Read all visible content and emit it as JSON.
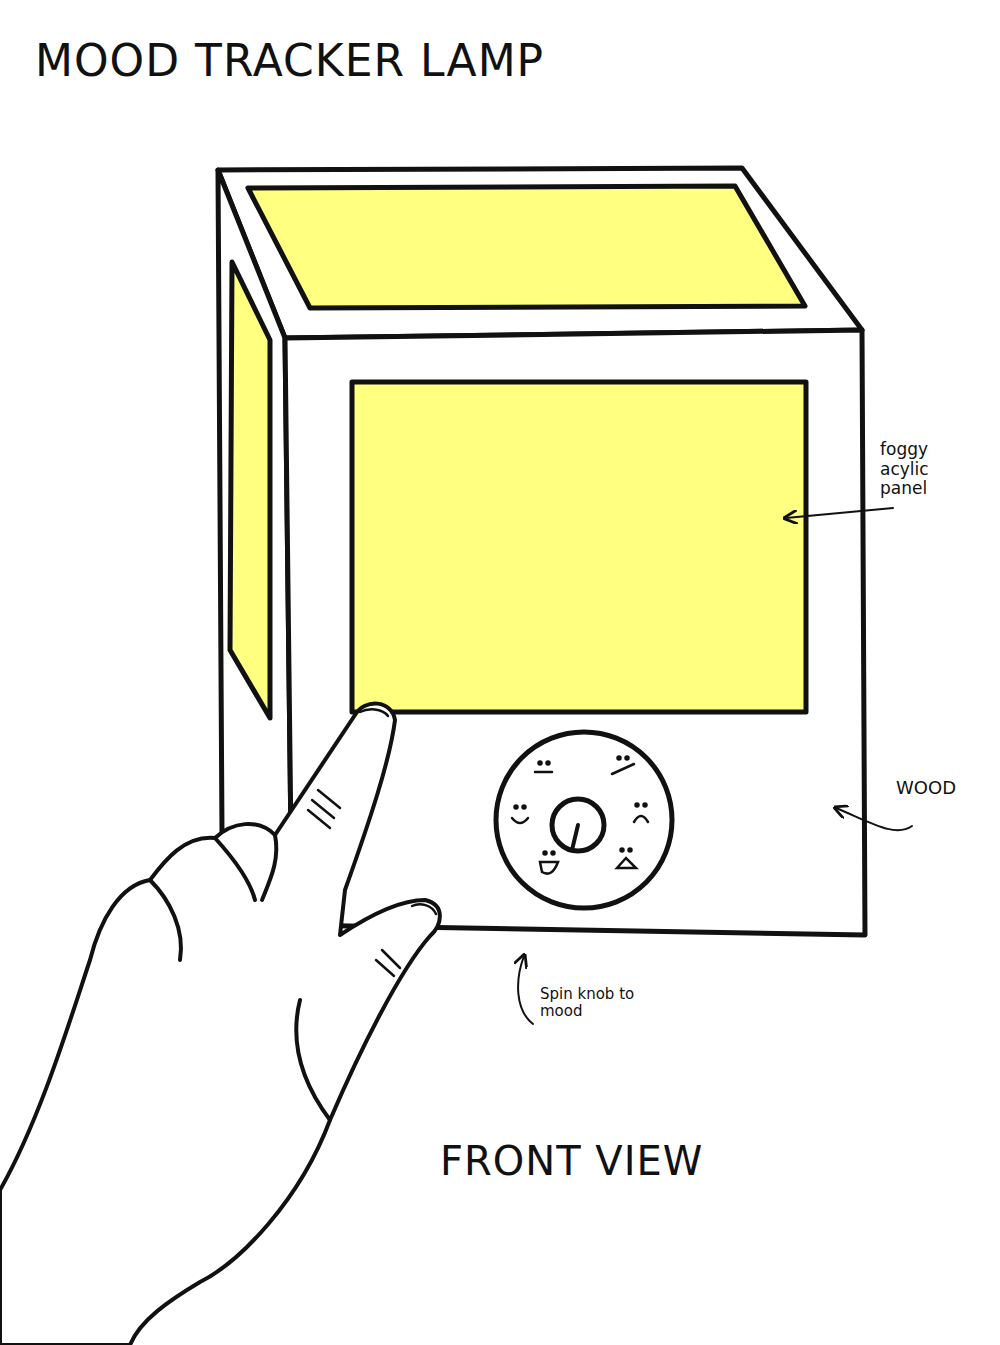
{
  "diagram": {
    "title": "MOOD TRACKER LAMP",
    "caption": "FRONT VIEW",
    "labels": [
      "foggy acylic panel",
      "WOOD",
      "Spin knob to mood"
    ]
  }
}
